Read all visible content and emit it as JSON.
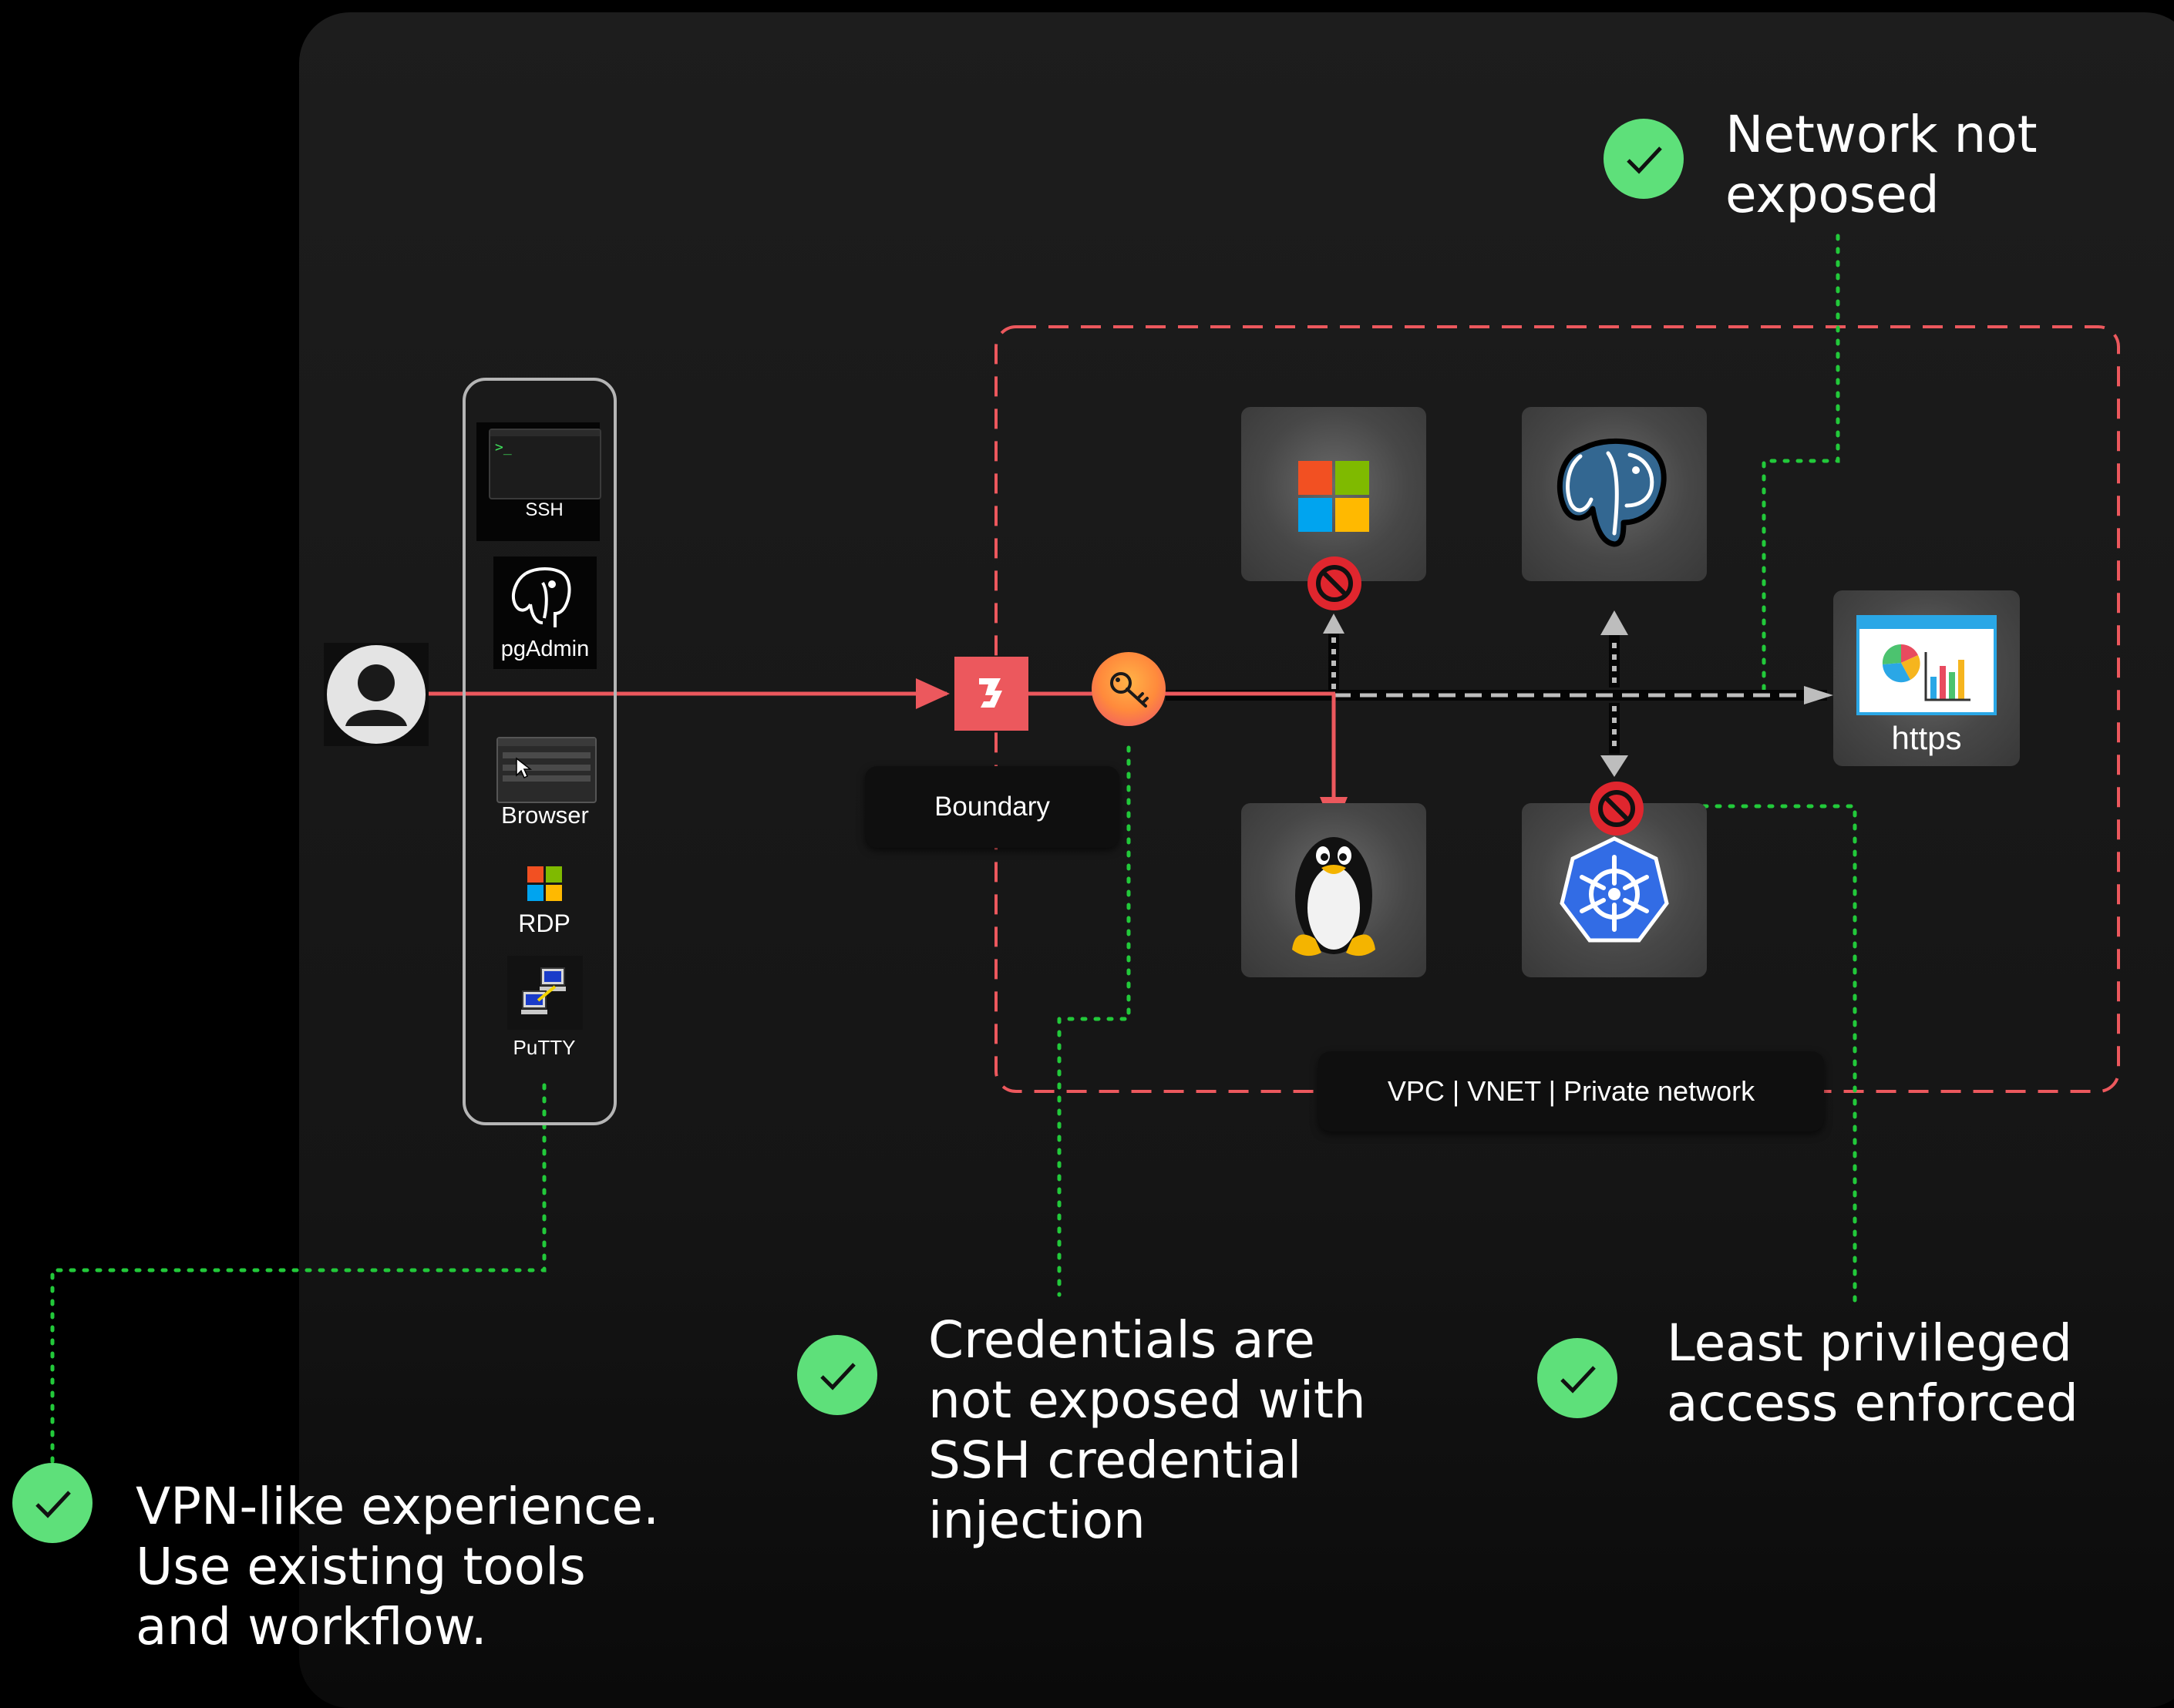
{
  "tools": {
    "ssh_label": "SSH",
    "pgadmin_label": "pgAdmin",
    "browser_label": "Browser",
    "rdp_label": "RDP",
    "putty_label": "PuTTY"
  },
  "boundary": {
    "label": "Boundary"
  },
  "network": {
    "label": "VPC | VNET | Private network"
  },
  "targets": {
    "https_label": "https"
  },
  "callouts": {
    "network": [
      "Network not",
      "exposed"
    ],
    "credentials": [
      "Credentials are",
      "not exposed with",
      "SSH credential",
      "injection"
    ],
    "least_privilege": [
      "Least privileged",
      "access enforced"
    ],
    "vpn": [
      "VPN-like experience.",
      "Use existing tools",
      "and workflow."
    ]
  },
  "colors": {
    "accent_red": "#ec585d",
    "check_green": "#5ee07a",
    "dotted_green": "#22c93a",
    "block_red": "#e0262e"
  },
  "icons": [
    "user-avatar-icon",
    "terminal-icon",
    "postgres-elephant-icon",
    "browser-window-icon",
    "microsoft-logo-icon",
    "putty-icon",
    "boundary-logo-icon",
    "key-icon",
    "no-access-icon",
    "linux-tux-icon",
    "kubernetes-icon",
    "https-dashboard-icon",
    "checkmark-icon"
  ]
}
